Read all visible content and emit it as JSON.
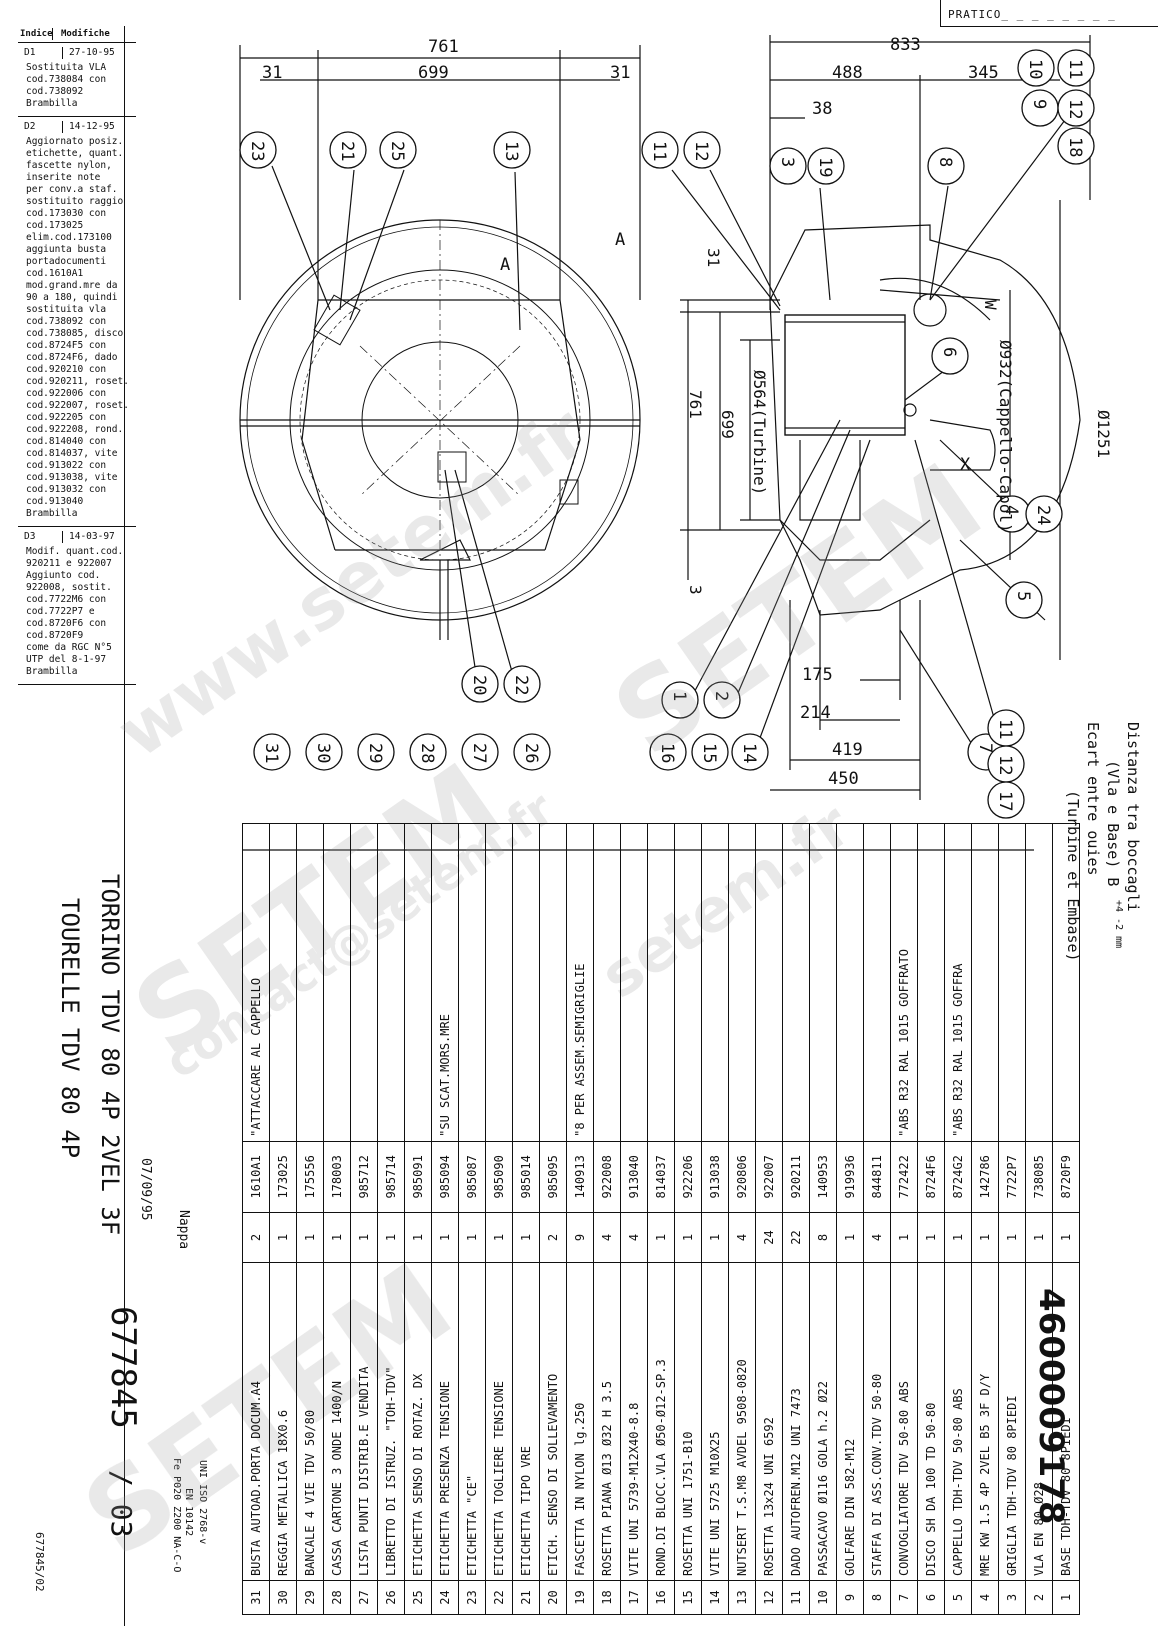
{
  "header": {
    "pratico": "PRATICO_ _ _ _ _ _ _ _"
  },
  "revisions": {
    "col_index": "Indice",
    "col_changes": "Modifiche",
    "blocks": [
      {
        "index": "D1",
        "date": "27-10-95",
        "lines": [
          "Sostituita VLA",
          "cod.738084 con",
          "cod.738092",
          "Brambilla"
        ]
      },
      {
        "index": "D2",
        "date": "14-12-95",
        "lines": [
          "Aggiornato posiz.",
          "etichette, quant.",
          "fascette nylon,",
          "inserite note",
          "per conv.a staf.",
          "sostituito raggio",
          "cod.173030 con",
          "cod.173025",
          "elim.cod.173100",
          "aggiunta busta",
          "portadocumenti",
          "cod.1610A1",
          "mod.grand.mre da",
          "90 a 180, quindi",
          "sostituita vla",
          "cod.738092 con",
          "cod.738085, disco",
          "cod.8724F5 con",
          "cod.8724F6, dado",
          "cod.920210 con",
          "cod.920211, roset.",
          "cod.922006 con",
          "cod.922007, roset.",
          "cod.922205 con",
          "cod.922208, rond.",
          "cod.814040 con",
          "cod.814037, vite",
          "cod.913022 con",
          "cod.913038, vite",
          "cod.913032 con",
          "cod.913040",
          "Brambilla"
        ]
      },
      {
        "index": "D3",
        "date": "14-03-97",
        "lines": [
          "Modif. quant.cod.",
          "920211 e 922007",
          "Aggiunto cod.",
          "922008, sostit.",
          "cod.7722M6 con",
          "cod.7722P7 e",
          "cod.8720F6 con",
          "cod.8720F9",
          "come da RGC N°5",
          "UTP del 8-1-97",
          "Brambilla"
        ]
      }
    ]
  },
  "dimensions": {
    "d761": "761",
    "d699": "699",
    "d31a": "31",
    "d31b": "31",
    "d833": "833",
    "d488": "488",
    "d345": "345",
    "d38": "38",
    "d31v": "31",
    "d761v": "761",
    "d699v": "699",
    "d564": "Ø564(Turbine)",
    "d932": "Ø932(Cappello-Capol)",
    "d1251": "Ø1251",
    "d3": "3",
    "d175": "175",
    "d214": "214",
    "d419": "419",
    "d450": "450",
    "W": "W",
    "X": "X",
    "A1": "A",
    "A2": "A"
  },
  "balloons": {
    "b23": "23",
    "b21": "21",
    "b25": "25",
    "b13": "13",
    "b11a": "11",
    "b12a": "12",
    "b3": "3",
    "b19": "19",
    "b8": "8",
    "b10": "10",
    "b9": "9",
    "b11b": "11",
    "b12b": "12",
    "b18": "18",
    "b6": "6",
    "b4": "4",
    "b24": "24",
    "b5": "5",
    "b20": "20",
    "b22": "22",
    "b1": "1",
    "b2": "2",
    "b7": "7",
    "b11c": "11",
    "b12c": "12",
    "b17": "17",
    "b14": "14",
    "b15": "15",
    "b16": "16",
    "b31": "31",
    "b30": "30",
    "b29": "29",
    "b28": "28",
    "b27": "27",
    "b26": "26"
  },
  "notes": {
    "distanza": "Distanza tra boccagli",
    "vla_base": "(Vla e Base) B",
    "tol": "+4\n-2 mm",
    "ecart": "Ecart entre ouies",
    "turbine": "(Turbine et Embase)"
  },
  "parts": [
    {
      "n": "31",
      "desc": "BUSTA AUTOAD.PORTA DOCUM.A4",
      "qty": "2",
      "code": "1610A1",
      "note": "\"ATTACCARE AL CAPPELLO"
    },
    {
      "n": "30",
      "desc": "REGGIA METALLICA 18X0.6",
      "qty": "1",
      "code": "173025",
      "note": ""
    },
    {
      "n": "29",
      "desc": "BANCALE 4 VIE TDV 50/80",
      "qty": "1",
      "code": "175556",
      "note": ""
    },
    {
      "n": "28",
      "desc": "CASSA CARTONE 3 ONDE 1400/N",
      "qty": "1",
      "code": "178003",
      "note": ""
    },
    {
      "n": "27",
      "desc": "LISTA PUNTI DISTRIB.E VENDITA",
      "qty": "1",
      "code": "985712",
      "note": ""
    },
    {
      "n": "26",
      "desc": "LIBRETTO DI ISTRUZ. \"TOH-TDV\"",
      "qty": "1",
      "code": "985714",
      "note": ""
    },
    {
      "n": "25",
      "desc": "ETICHETTA SENSO DI ROTAZ. DX",
      "qty": "1",
      "code": "985091",
      "note": ""
    },
    {
      "n": "24",
      "desc": "ETICHETTA PRESENZA TENSIONE",
      "qty": "1",
      "code": "985094",
      "note": "\"SU SCAT.MORS.MRE"
    },
    {
      "n": "23",
      "desc": "ETICHETTA \"CE\"",
      "qty": "1",
      "code": "985087",
      "note": ""
    },
    {
      "n": "22",
      "desc": "ETICHETTA TOGLIERE TENSIONE",
      "qty": "1",
      "code": "985090",
      "note": ""
    },
    {
      "n": "21",
      "desc": "ETICHETTA TIPO VRE",
      "qty": "1",
      "code": "985014",
      "note": ""
    },
    {
      "n": "20",
      "desc": "ETICH. SENSO DI SOLLEVAMENTO",
      "qty": "2",
      "code": "985095",
      "note": ""
    },
    {
      "n": "19",
      "desc": "FASCETTA IN NYLON lg.250",
      "qty": "9",
      "code": "140913",
      "note": "\"8 PER ASSEM.SEMIGRIGLIE"
    },
    {
      "n": "18",
      "desc": "ROSETTA PIANA Ø13 Ø32 H 3.5",
      "qty": "4",
      "code": "922008",
      "note": ""
    },
    {
      "n": "17",
      "desc": "VITE UNI 5739-M12X40-8.8",
      "qty": "4",
      "code": "913040",
      "note": ""
    },
    {
      "n": "16",
      "desc": "ROND.DI BLOCC.VLA Ø50-Ø12-SP.3",
      "qty": "1",
      "code": "814037",
      "note": ""
    },
    {
      "n": "15",
      "desc": "ROSETTA UNI 1751-B10",
      "qty": "1",
      "code": "922206",
      "note": ""
    },
    {
      "n": "14",
      "desc": "VITE UNI 5725 M10X25",
      "qty": "1",
      "code": "913038",
      "note": ""
    },
    {
      "n": "13",
      "desc": "NUTSERT T.S.M8 AVDEL 9508-0820",
      "qty": "4",
      "code": "920806",
      "note": ""
    },
    {
      "n": "12",
      "desc": "ROSETTA 13x24 UNI 6592",
      "qty": "24",
      "code": "922007",
      "note": ""
    },
    {
      "n": "11",
      "desc": "DADO AUTOFREN.M12 UNI 7473",
      "qty": "22",
      "code": "920211",
      "note": ""
    },
    {
      "n": "10",
      "desc": "PASSACAVO Ø116 GOLA h.2 Ø22",
      "qty": "8",
      "code": "140953",
      "note": ""
    },
    {
      "n": "9",
      "desc": "GOLFARE DIN 582-M12",
      "qty": "1",
      "code": "919936",
      "note": ""
    },
    {
      "n": "8",
      "desc": "STAFFA DI ASS.CONV.TDV 50-80",
      "qty": "4",
      "code": "844811",
      "note": ""
    },
    {
      "n": "7",
      "desc": "CONVOGLIATORE TDV 50-80 ABS",
      "qty": "1",
      "code": "772422",
      "note": "\"ABS R32 RAL 1015 GOFFRATO"
    },
    {
      "n": "6",
      "desc": "DISCO SH DA 100 TD 50-80",
      "qty": "1",
      "code": "8724F6",
      "note": ""
    },
    {
      "n": "5",
      "desc": "CAPPELLO TDH-TDV 50-80 ABS",
      "qty": "1",
      "code": "8724G2",
      "note": "\"ABS R32 RAL 1015 GOFFRA"
    },
    {
      "n": "4",
      "desc": "MRE KW 1.5 4P 2VEL B5 3F D/Y",
      "qty": "1",
      "code": "142786",
      "note": ""
    },
    {
      "n": "3",
      "desc": "GRIGLIA TDH-TDV 80 8PIEDI",
      "qty": "1",
      "code": "7722P7",
      "note": ""
    },
    {
      "n": "2",
      "desc": "VLA EN 80 Ø28",
      "qty": "1",
      "code": "738085",
      "note": ""
    },
    {
      "n": "1",
      "desc": "BASE TDH-TDV 80 8PIEDI",
      "qty": "1",
      "code": "8720F9",
      "note": ""
    }
  ],
  "title_block": {
    "title1": "TORRINO TDV 80 4P 2VEL 3F",
    "title2": "TOURELLE TDV 80 4P",
    "date": "07/09/95",
    "author": "Nappa",
    "drawing_no": "677845",
    "rev": "/ 03",
    "code": "4600009178",
    "std1": "UNI ISO 2768-v",
    "std2": "EN 10142",
    "std3": "Fe P020 Z200 NA-C-O",
    "footer": "677845/02"
  },
  "watermarks": [
    "SETEM",
    "www.setem.fr",
    "SETEM",
    "setem.fr",
    "contact@setem.fr",
    "SETEM"
  ]
}
